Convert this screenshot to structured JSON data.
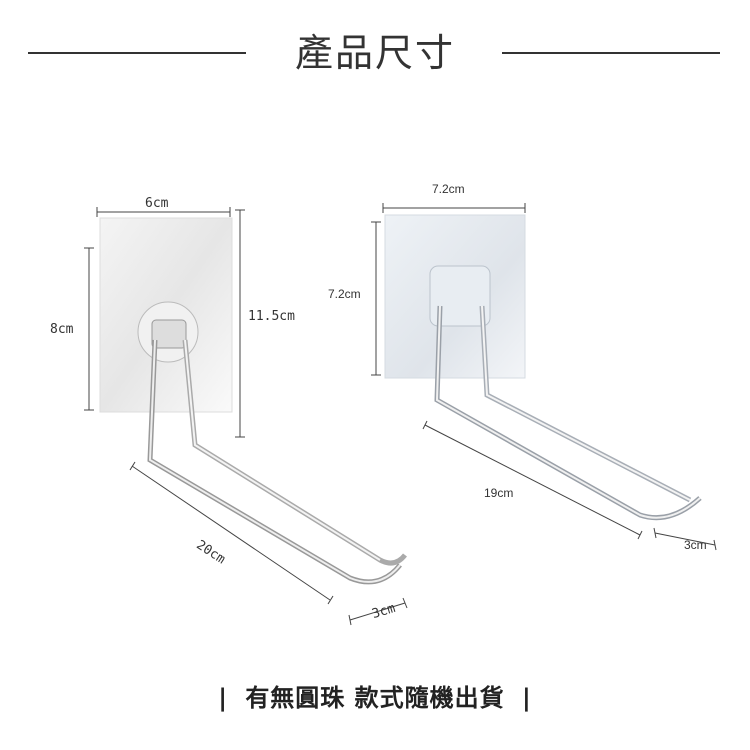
{
  "title": "產品尺寸",
  "left_product": {
    "width_label": "6cm",
    "height_label": "8cm",
    "total_height_label": "11.5cm",
    "length_label": "20cm",
    "hook_label": "3cm"
  },
  "right_product": {
    "width_label": "7.2cm",
    "height_label": "7.2cm",
    "length_label": "19cm",
    "hook_label": "3cm"
  },
  "footer": {
    "separator": "|",
    "note": "有無圓珠 款式隨機出貨"
  }
}
